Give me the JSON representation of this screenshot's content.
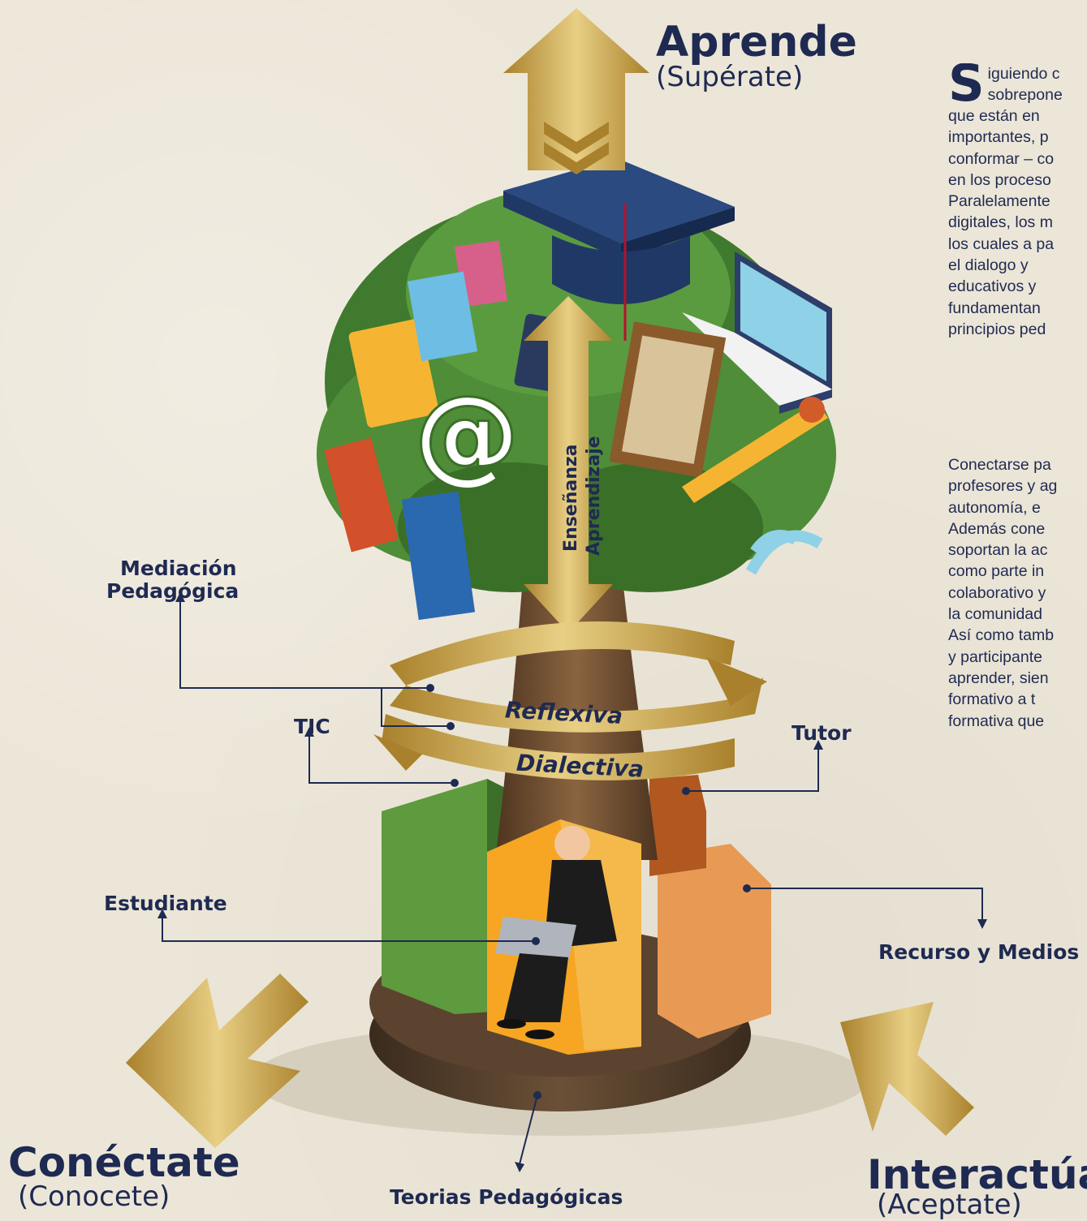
{
  "titles": {
    "aprende": "Aprende",
    "aprende_sub": "(Supérate)",
    "conectate": "Conéctate",
    "conectate_sub": "(Conocete)",
    "interactua": "Interactúa",
    "interactua_sub": "(Aceptate)"
  },
  "labels": {
    "mediacion_line1": "Mediación",
    "mediacion_line2": "Pedagógica",
    "tic": "TIC",
    "tutor": "Tutor",
    "estudiante": "Estudiante",
    "recurso": "Recurso y Medios",
    "teorias": "Teorias Pedagógicas",
    "reflexiva": "Reflexiva",
    "dialectiva": "Dialectiva",
    "ensenanza": "Enseñanza",
    "aprendizaje": "Aprendizaje",
    "at_symbol": "@"
  },
  "paragraph1": {
    "dropcap": "S",
    "lines": [
      "iguiendo c",
      "sobrepone",
      "que  están  en",
      "importantes,  p",
      "conformar – co",
      "en los proceso",
      "Paralelamente",
      "digitales, los m",
      "los cuales a pa",
      "el  dialogo  y",
      "educativos  y",
      "fundamentan",
      "principios ped"
    ]
  },
  "paragraph2": {
    "lines": [
      "Conectarse  pa",
      "profesores y ag",
      "autonomía,   e",
      "Además   cone",
      "soportan  la  ac",
      "como parte in",
      "colaborativo y",
      "la comunidad",
      "Así como tamb",
      "y   participante",
      "aprender,   sien",
      "formativo   a   t",
      "formativa que"
    ]
  },
  "colors": {
    "navy": "#1f2a52",
    "gold": "#c9a44a",
    "gold_light": "#e2c77a",
    "trunk": "#6b4a2f",
    "leaf": "#3f7a2e",
    "orange": "#f0a030",
    "background": "#ece6d8"
  }
}
